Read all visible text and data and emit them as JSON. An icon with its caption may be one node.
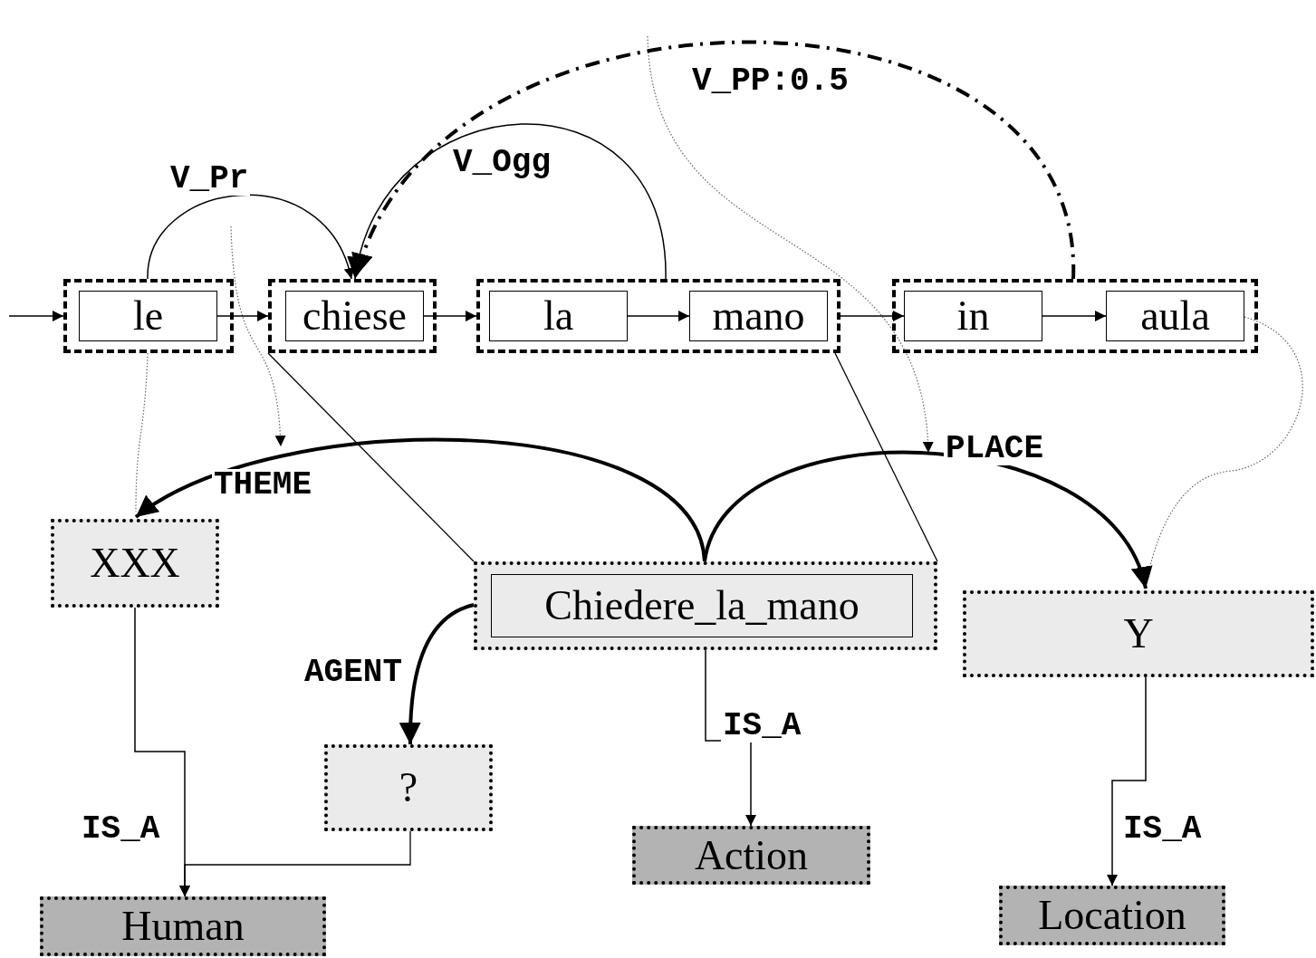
{
  "diagram": {
    "nodes": [
      {
        "text": [],
        "shape": "box"
      },
      {
        "text": [
          "le"
        ],
        "in": 0
      },
      {
        "text": [],
        "shape": "box"
      },
      {
        "text": [
          "chiese"
        ],
        "in": 2
      },
      {
        "text": [],
        "shape": "box"
      },
      {
        "text": [
          "la"
        ],
        "in": 4
      },
      {
        "text": [
          "mano"
        ],
        "in": 4
      },
      {
        "text": [],
        "shape": "box"
      },
      {
        "text": [
          "in"
        ],
        "in": 7
      },
      {
        "text": [
          "aula"
        ],
        "in": 7
      },
      {
        "text": [
          "XXX"
        ]
      },
      {
        "text": [],
        "shape": "box"
      },
      {
        "text": [
          "Chiedere_la_mano"
        ],
        "in": 11
      },
      {
        "text": [
          "Y"
        ]
      },
      {
        "text": [
          "?"
        ]
      },
      {
        "text": [
          "Action"
        ]
      },
      {
        "text": [
          "Human"
        ]
      },
      {
        "text": [
          "Location"
        ]
      }
    ],
    "edges": [
      {
        "from": null,
        "to": 0,
        "arrow": "to"
      },
      {
        "from": 1,
        "to": 2,
        "arrow": "to"
      },
      {
        "from": 3,
        "to": 4,
        "arrow": "to"
      },
      {
        "from": 5,
        "to": 6,
        "arrow": "to"
      },
      {
        "from": 4,
        "to": 8,
        "arrow": "to"
      },
      {
        "from": 8,
        "to": 9,
        "arrow": "to"
      },
      {
        "from": 0,
        "to": 2,
        "arrow": "to",
        "label": "V_Pr"
      },
      {
        "from": 4,
        "to": 2,
        "arrow": "to",
        "label": "V_Ogg"
      },
      {
        "from": 7,
        "to": 2,
        "arrow": "to",
        "label": "V_PP:0.5",
        "style": "dashed"
      },
      {
        "from": 0,
        "to": 10,
        "arrow": "none",
        "style": "dashed",
        "color": "#666666"
      },
      {
        "from": 9,
        "to": 13,
        "arrow": "none",
        "style": "dashed",
        "color": "#666666"
      },
      {
        "from": 2,
        "to": 11,
        "arrow": "none"
      },
      {
        "from": 4,
        "to": 11,
        "arrow": "none"
      },
      {
        "from": 11,
        "to": 10,
        "arrow": "to",
        "label": "THEME",
        "style": "thick"
      },
      {
        "from": 11,
        "to": 13,
        "arrow": "to",
        "label": "PLACE",
        "style": "thick"
      },
      {
        "from": 11,
        "to": 14,
        "arrow": "to",
        "label": "AGENT",
        "style": "thick"
      },
      {
        "from": 10,
        "to": 16,
        "arrow": "to",
        "label": "IS_A"
      },
      {
        "from": 14,
        "to": 16,
        "arrow": "to"
      },
      {
        "from": 11,
        "to": 15,
        "arrow": "to",
        "label": "IS_A"
      },
      {
        "from": 13,
        "to": 17,
        "arrow": "to",
        "label": "IS_A"
      }
    ]
  }
}
